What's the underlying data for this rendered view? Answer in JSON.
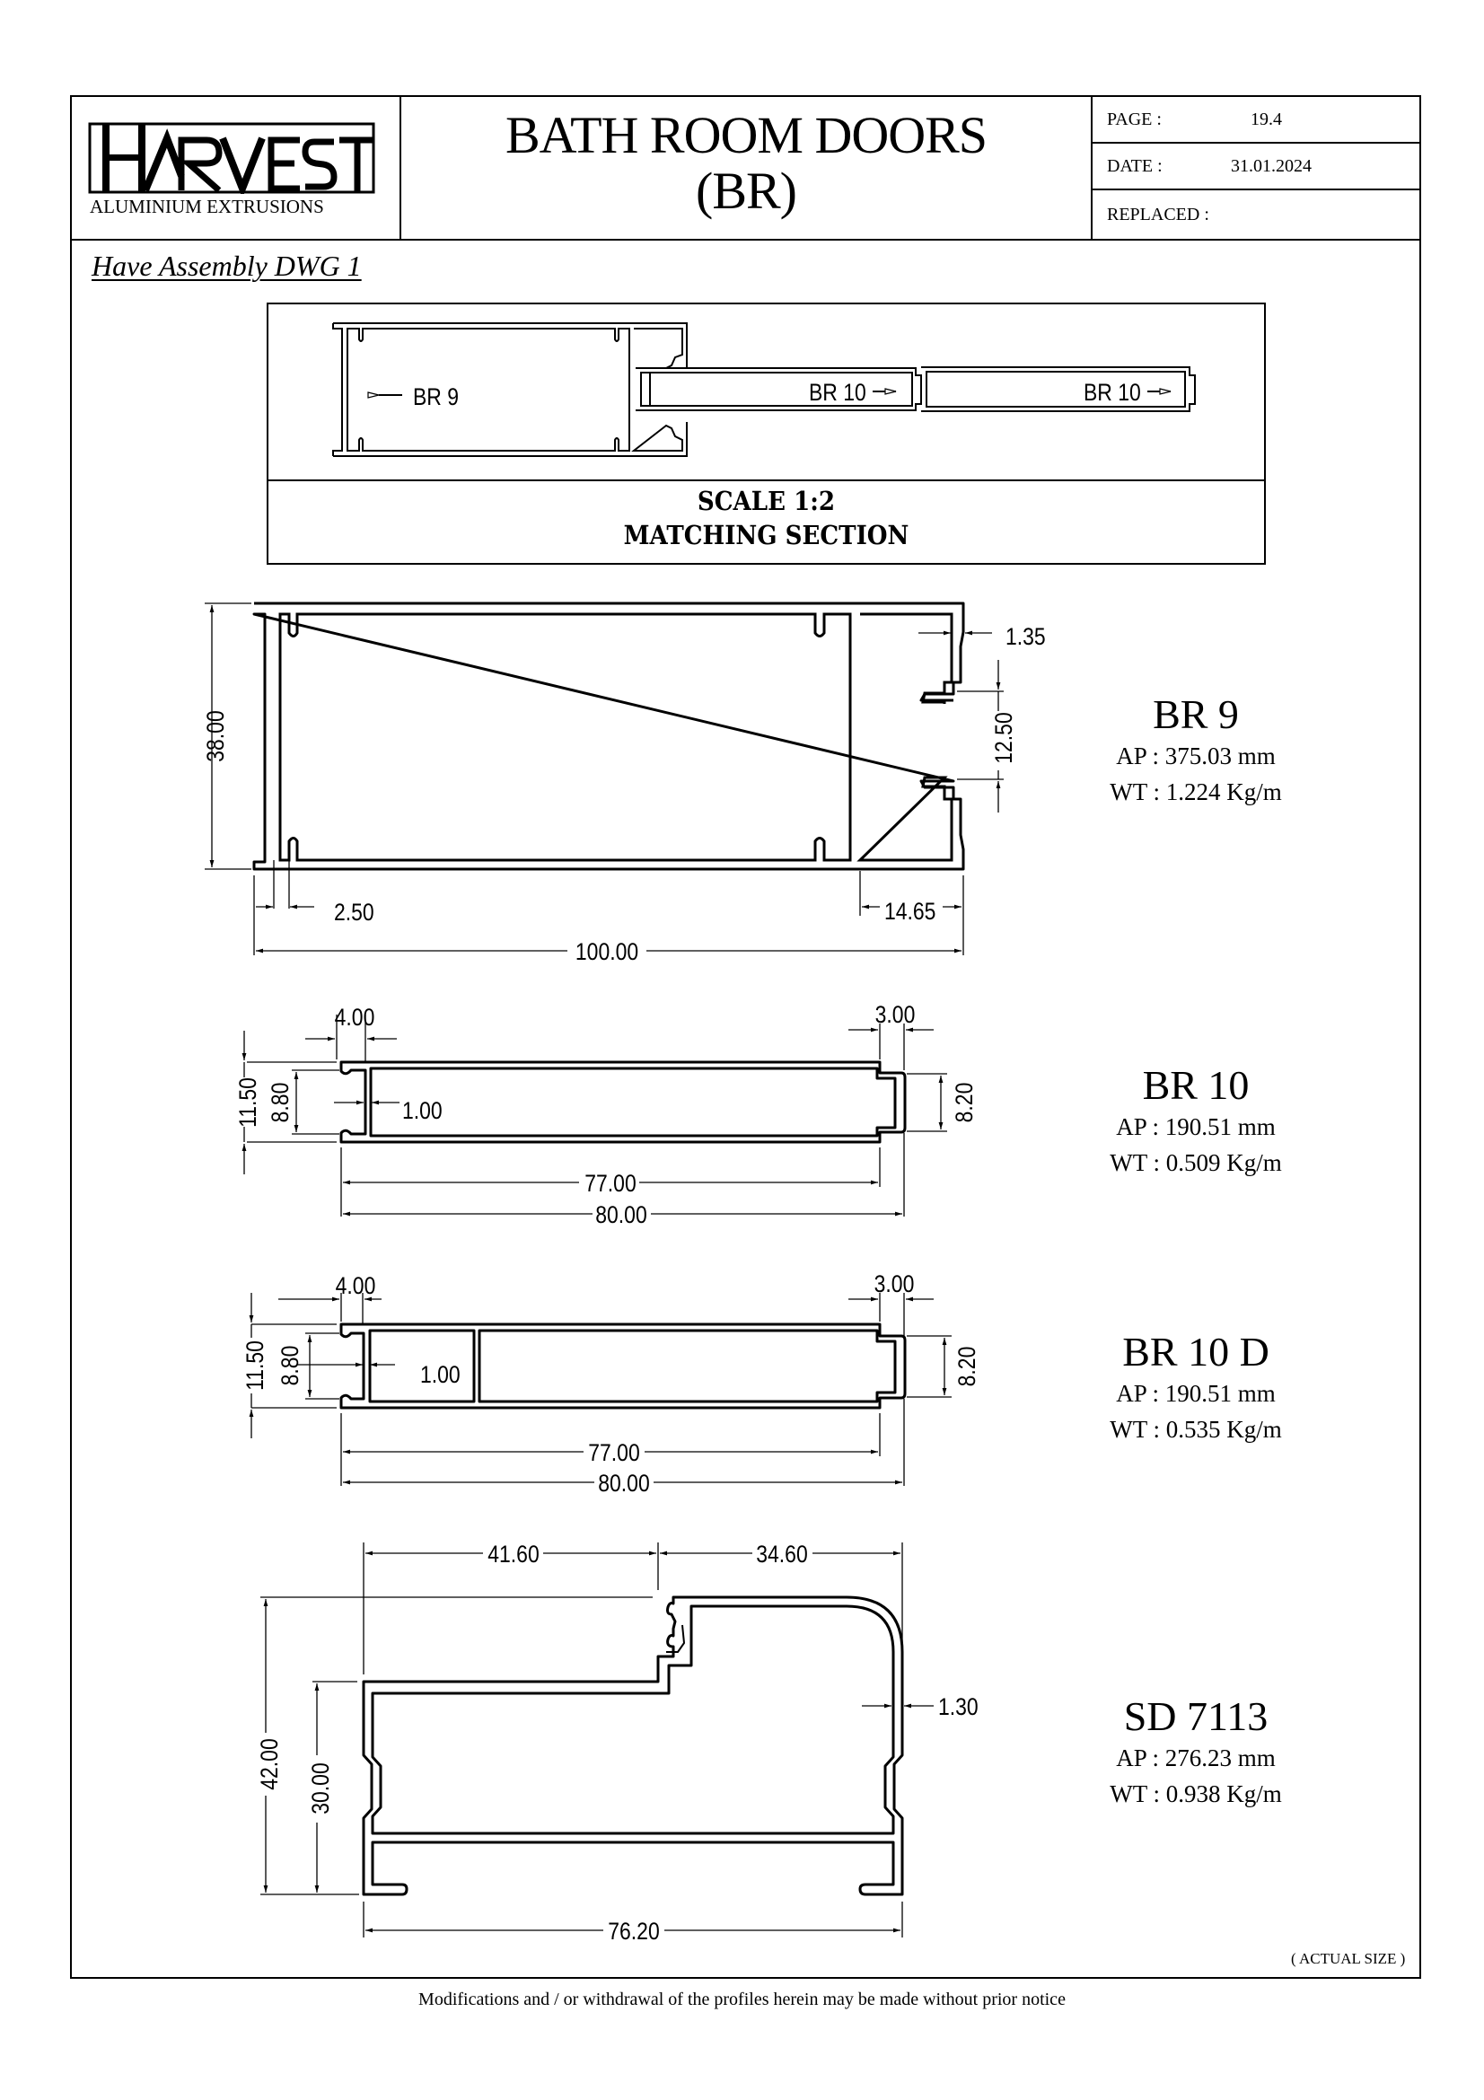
{
  "header": {
    "logo": {
      "brand": "HARVEST",
      "subtitle": "ALUMINIUM EXTRUSIONS"
    },
    "title_line1": "BATH ROOM DOORS",
    "title_line2": "(BR)",
    "meta": {
      "page_label": "PAGE :",
      "page_value": "19.4",
      "date_label": "DATE :",
      "date_value": "31.01.2024",
      "replaced_label": "REPLACED :",
      "replaced_value": ""
    }
  },
  "assembly_note": "Have Assembly DWG 1",
  "matching_section": {
    "labels": [
      "BR 9",
      "BR 10",
      "BR 10"
    ],
    "scale": "SCALE 1:2",
    "caption": "MATCHING SECTION"
  },
  "profiles": [
    {
      "code": "BR 9",
      "ap": "AP : 375.03 mm",
      "wt": "WT : 1.224 Kg/m",
      "dimensions": {
        "height": "38.00",
        "width": "100.00",
        "wall_offset": "2.50",
        "right_chamber": "14.65",
        "wall": "1.35",
        "slot": "12.50"
      }
    },
    {
      "code": "BR 10",
      "ap": "AP : 190.51 mm",
      "wt": "WT : 0.509 Kg/m",
      "dimensions": {
        "left_lip": "4.00",
        "right_lip": "3.00",
        "height": "11.50",
        "inner_height": "8.80",
        "wall": "1.00",
        "nose_height": "8.20",
        "inner_length": "77.00",
        "length": "80.00"
      }
    },
    {
      "code": "BR 10 D",
      "ap": "AP : 190.51 mm",
      "wt": "WT : 0.535 Kg/m",
      "dimensions": {
        "left_lip": "4.00",
        "right_lip": "3.00",
        "height": "11.50",
        "inner_height": "8.80",
        "wall": "1.00",
        "nose_height": "8.20",
        "inner_length": "77.00",
        "length": "80.00"
      }
    },
    {
      "code": "SD 7113",
      "ap": "AP : 276.23 mm",
      "wt": "WT : 0.938 Kg/m",
      "dimensions": {
        "left_width": "41.60",
        "right_width": "34.60",
        "wall": "1.30",
        "height": "42.00",
        "lower_height": "30.00",
        "width": "76.20"
      }
    }
  ],
  "actual_size_note": "( ACTUAL SIZE )",
  "footer": "Modifications and / or withdrawal of the profiles herein may be made without prior notice"
}
